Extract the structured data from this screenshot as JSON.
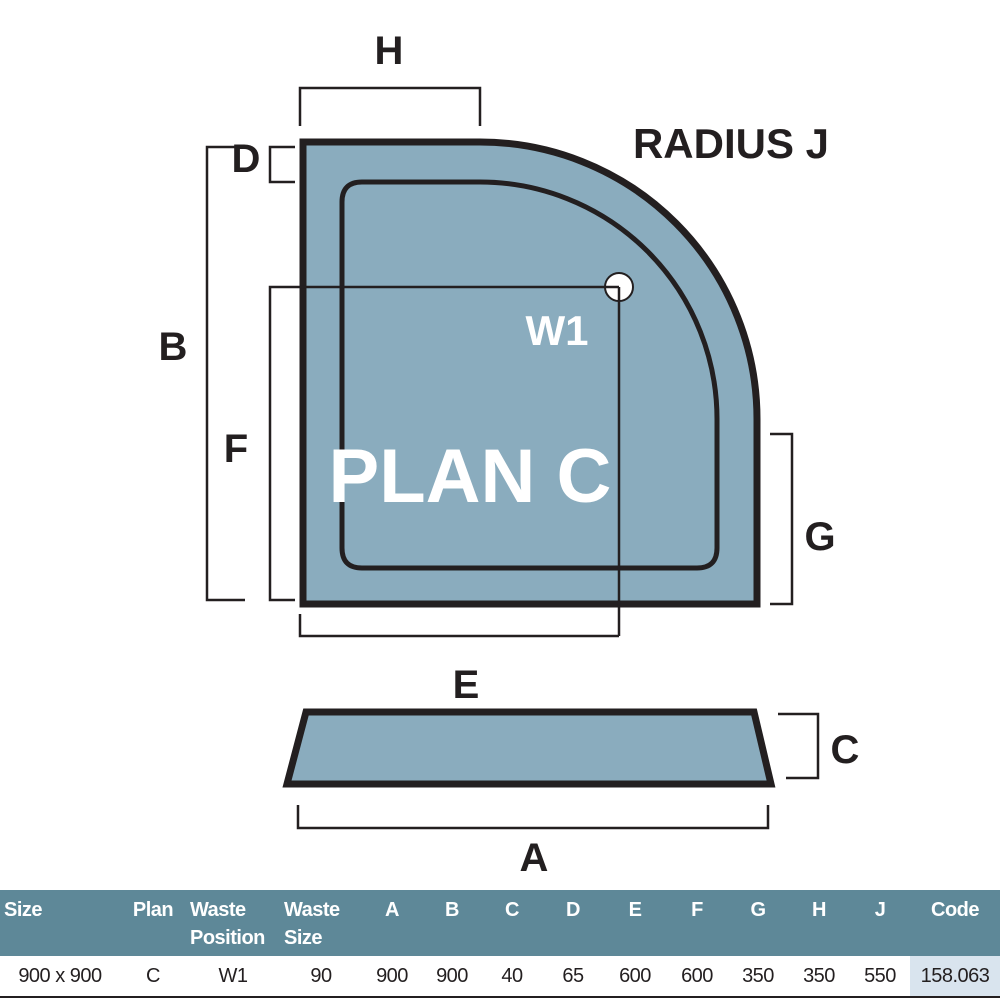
{
  "diagram": {
    "labels": {
      "h": "H",
      "d": "D",
      "b": "B",
      "f": "F",
      "g": "G",
      "e": "E",
      "c": "C",
      "a": "A",
      "radius": "RADIUS J",
      "waste": "W1",
      "plan": "PLAN C"
    },
    "colors": {
      "tray_fill": "#8aacbe",
      "outline": "#231f20",
      "waste_point": "#ffffff"
    }
  },
  "table": {
    "headers": {
      "size": "Size",
      "plan": "Plan",
      "waste_position_1": "Waste",
      "waste_position_2": "Position",
      "waste_size_1": "Waste",
      "waste_size_2": "Size",
      "a": "A",
      "b": "B",
      "c": "C",
      "d": "D",
      "e": "E",
      "f": "F",
      "g": "G",
      "h": "H",
      "j": "J",
      "code": "Code"
    },
    "row": {
      "size": "900 x 900",
      "plan": "C",
      "waste_position": "W1",
      "waste_size": "90",
      "a": "900",
      "b": "900",
      "c": "40",
      "d": "65",
      "e": "600",
      "f": "600",
      "g": "350",
      "h": "350",
      "j": "550",
      "code": "158.063"
    },
    "colors": {
      "header_bg": "#5e8898",
      "code_highlight": "#d9e4ee"
    }
  }
}
